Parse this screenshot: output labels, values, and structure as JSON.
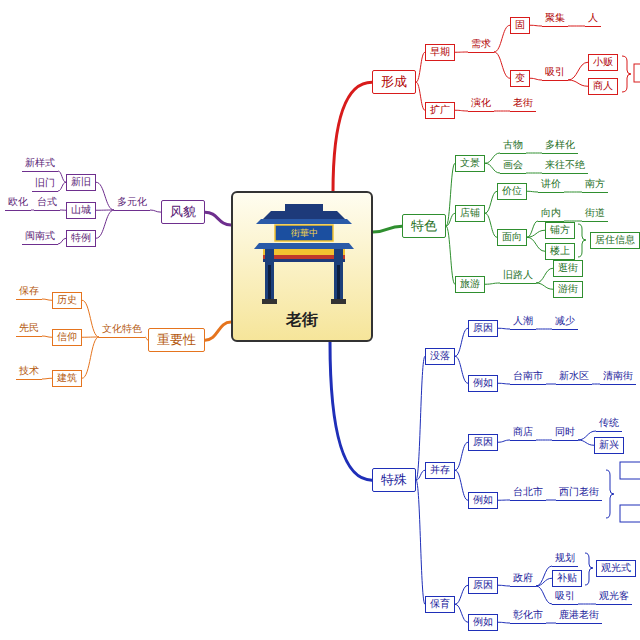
{
  "diagram": {
    "nodes": [
      {
        "text": [
          "老街"
        ]
      },
      {
        "text": [
          "形成"
        ]
      },
      {
        "text": [
          "早期"
        ]
      },
      {
        "text": [
          "扩广"
        ]
      },
      {
        "text": [
          "需求"
        ]
      },
      {
        "text": [
          "固"
        ]
      },
      {
        "text": [
          "变"
        ]
      },
      {
        "text": [
          "聚集"
        ]
      },
      {
        "text": [
          "人"
        ]
      },
      {
        "text": [
          "吸引"
        ]
      },
      {
        "text": [
          "小贩"
        ]
      },
      {
        "text": [
          "商人"
        ]
      },
      {
        "text": [
          "演化"
        ]
      },
      {
        "text": [
          "老街"
        ]
      },
      {
        "text": [
          "特色"
        ]
      },
      {
        "text": [
          "文景"
        ]
      },
      {
        "text": [
          "古物"
        ]
      },
      {
        "text": [
          "多样化"
        ]
      },
      {
        "text": [
          "画会"
        ]
      },
      {
        "text": [
          "来往不绝"
        ]
      },
      {
        "text": [
          "店铺"
        ]
      },
      {
        "text": [
          "价位"
        ]
      },
      {
        "text": [
          "讲价"
        ]
      },
      {
        "text": [
          "南方"
        ]
      },
      {
        "text": [
          "面向"
        ]
      },
      {
        "text": [
          "向内"
        ]
      },
      {
        "text": [
          "街道"
        ]
      },
      {
        "text": [
          "铺方"
        ]
      },
      {
        "text": [
          "楼上"
        ]
      },
      {
        "text": [
          "居住信息"
        ]
      },
      {
        "text": [
          "旅游"
        ]
      },
      {
        "text": [
          "旧路人"
        ]
      },
      {
        "text": [
          "逛街"
        ]
      },
      {
        "text": [
          "游街"
        ]
      },
      {
        "text": [
          "特殊"
        ]
      },
      {
        "text": [
          "没落"
        ]
      },
      {
        "text": [
          "原因"
        ]
      },
      {
        "text": [
          "人潮"
        ]
      },
      {
        "text": [
          "减少"
        ]
      },
      {
        "text": [
          "例如"
        ]
      },
      {
        "text": [
          "台南市"
        ]
      },
      {
        "text": [
          "新水区"
        ]
      },
      {
        "text": [
          "清南街"
        ]
      },
      {
        "text": [
          "并存"
        ]
      },
      {
        "text": [
          "原因"
        ]
      },
      {
        "text": [
          "商店"
        ]
      },
      {
        "text": [
          "同时"
        ]
      },
      {
        "text": [
          "传统"
        ]
      },
      {
        "text": [
          "新兴"
        ]
      },
      {
        "text": [
          "例如"
        ]
      },
      {
        "text": [
          "台北市"
        ]
      },
      {
        "text": [
          "西门老街"
        ]
      },
      {
        "text": [
          "保育"
        ]
      },
      {
        "text": [
          "原因"
        ]
      },
      {
        "text": [
          "政府"
        ]
      },
      {
        "text": [
          "规划"
        ]
      },
      {
        "text": [
          "补贴"
        ]
      },
      {
        "text": [
          "观光式"
        ]
      },
      {
        "text": [
          "吸引"
        ]
      },
      {
        "text": [
          "观光客"
        ]
      },
      {
        "text": [
          "例如"
        ]
      },
      {
        "text": [
          "彰化市"
        ]
      },
      {
        "text": [
          "鹿港老街"
        ]
      },
      {
        "text": [
          "重要性"
        ]
      },
      {
        "text": [
          "文化特色"
        ]
      },
      {
        "text": [
          "历史"
        ]
      },
      {
        "text": [
          "保存"
        ]
      },
      {
        "text": [
          "信仰"
        ]
      },
      {
        "text": [
          "先民"
        ]
      },
      {
        "text": [
          "建筑"
        ]
      },
      {
        "text": [
          "技术"
        ]
      },
      {
        "text": [
          "风貌"
        ]
      },
      {
        "text": [
          "多元化"
        ]
      },
      {
        "text": [
          "新旧"
        ]
      },
      {
        "text": [
          "新样式"
        ]
      },
      {
        "text": [
          "旧门"
        ]
      },
      {
        "text": [
          "山城"
        ]
      },
      {
        "text": [
          "台式"
        ]
      },
      {
        "text": [
          "欧化"
        ]
      },
      {
        "text": [
          "特例"
        ]
      },
      {
        "text": [
          "闽南式"
        ]
      }
    ],
    "edges": [
      {
        "from": 0,
        "to": 1,
        "arrow": "none"
      },
      {
        "from": 0,
        "to": 14,
        "arrow": "none"
      },
      {
        "from": 0,
        "to": 34,
        "arrow": "none"
      },
      {
        "from": 0,
        "to": 63,
        "arrow": "none"
      },
      {
        "from": 0,
        "to": 71,
        "arrow": "none"
      },
      {
        "from": 1,
        "to": 2,
        "arrow": "none"
      },
      {
        "from": 1,
        "to": 3,
        "arrow": "none"
      },
      {
        "from": 2,
        "to": 4,
        "arrow": "none"
      },
      {
        "from": 4,
        "to": 5,
        "arrow": "none"
      },
      {
        "from": 4,
        "to": 6,
        "arrow": "none"
      },
      {
        "from": 5,
        "to": 7,
        "arrow": "none"
      },
      {
        "from": 7,
        "to": 8,
        "arrow": "none"
      },
      {
        "from": 6,
        "to": 9,
        "arrow": "none"
      },
      {
        "from": 9,
        "to": 10,
        "arrow": "none"
      },
      {
        "from": 9,
        "to": 11,
        "arrow": "none"
      },
      {
        "from": 3,
        "to": 12,
        "arrow": "none"
      },
      {
        "from": 12,
        "to": 13,
        "arrow": "none"
      },
      {
        "from": 14,
        "to": 15,
        "arrow": "none"
      },
      {
        "from": 15,
        "to": 16,
        "arrow": "none"
      },
      {
        "from": 16,
        "to": 17,
        "arrow": "none"
      },
      {
        "from": 15,
        "to": 18,
        "arrow": "none"
      },
      {
        "from": 18,
        "to": 19,
        "arrow": "none"
      },
      {
        "from": 14,
        "to": 20,
        "arrow": "none"
      },
      {
        "from": 20,
        "to": 21,
        "arrow": "none"
      },
      {
        "from": 21,
        "to": 22,
        "arrow": "none"
      },
      {
        "from": 22,
        "to": 23,
        "arrow": "none"
      },
      {
        "from": 20,
        "to": 24,
        "arrow": "none"
      },
      {
        "from": 24,
        "to": 25,
        "arrow": "none"
      },
      {
        "from": 25,
        "to": 26,
        "arrow": "none"
      },
      {
        "from": 24,
        "to": 27,
        "arrow": "none"
      },
      {
        "from": 24,
        "to": 28,
        "arrow": "none"
      },
      {
        "from": 14,
        "to": 30,
        "arrow": "none"
      },
      {
        "from": 30,
        "to": 31,
        "arrow": "none"
      },
      {
        "from": 31,
        "to": 32,
        "arrow": "none"
      },
      {
        "from": 31,
        "to": 33,
        "arrow": "none"
      },
      {
        "from": 34,
        "to": 35,
        "arrow": "none"
      },
      {
        "from": 35,
        "to": 36,
        "arrow": "none"
      },
      {
        "from": 36,
        "to": 37,
        "arrow": "none"
      },
      {
        "from": 37,
        "to": 38,
        "arrow": "none"
      },
      {
        "from": 35,
        "to": 39,
        "arrow": "none"
      },
      {
        "from": 39,
        "to": 40,
        "arrow": "none"
      },
      {
        "from": 40,
        "to": 41,
        "arrow": "none"
      },
      {
        "from": 41,
        "to": 42,
        "arrow": "none"
      },
      {
        "from": 34,
        "to": 43,
        "arrow": "none"
      },
      {
        "from": 43,
        "to": 44,
        "arrow": "none"
      },
      {
        "from": 44,
        "to": 45,
        "arrow": "none"
      },
      {
        "from": 45,
        "to": 46,
        "arrow": "none"
      },
      {
        "from": 46,
        "to": 47,
        "arrow": "none"
      },
      {
        "from": 46,
        "to": 48,
        "arrow": "none"
      },
      {
        "from": 43,
        "to": 49,
        "arrow": "none"
      },
      {
        "from": 49,
        "to": 50,
        "arrow": "none"
      },
      {
        "from": 50,
        "to": 51,
        "arrow": "none"
      },
      {
        "from": 34,
        "to": 52,
        "arrow": "none"
      },
      {
        "from": 52,
        "to": 53,
        "arrow": "none"
      },
      {
        "from": 53,
        "to": 54,
        "arrow": "none"
      },
      {
        "from": 54,
        "to": 55,
        "arrow": "none"
      },
      {
        "from": 54,
        "to": 56,
        "arrow": "none"
      },
      {
        "from": 54,
        "to": 58,
        "arrow": "none"
      },
      {
        "from": 58,
        "to": 59,
        "arrow": "none"
      },
      {
        "from": 52,
        "to": 60,
        "arrow": "none"
      },
      {
        "from": 60,
        "to": 61,
        "arrow": "none"
      },
      {
        "from": 61,
        "to": 62,
        "arrow": "none"
      },
      {
        "from": 63,
        "to": 64,
        "arrow": "none"
      },
      {
        "from": 64,
        "to": 65,
        "arrow": "none"
      },
      {
        "from": 65,
        "to": 66,
        "arrow": "none"
      },
      {
        "from": 64,
        "to": 67,
        "arrow": "none"
      },
      {
        "from": 67,
        "to": 68,
        "arrow": "none"
      },
      {
        "from": 64,
        "to": 69,
        "arrow": "none"
      },
      {
        "from": 69,
        "to": 70,
        "arrow": "none"
      },
      {
        "from": 71,
        "to": 72,
        "arrow": "none"
      },
      {
        "from": 72,
        "to": 73,
        "arrow": "none"
      },
      {
        "from": 73,
        "to": 74,
        "arrow": "none"
      },
      {
        "from": 73,
        "to": 75,
        "arrow": "none"
      },
      {
        "from": 72,
        "to": 76,
        "arrow": "none"
      },
      {
        "from": 76,
        "to": 77,
        "arrow": "none"
      },
      {
        "from": 77,
        "to": 78,
        "arrow": "none"
      },
      {
        "from": 72,
        "to": 79,
        "arrow": "none"
      },
      {
        "from": 79,
        "to": 80,
        "arrow": "none"
      }
    ],
    "labels": [
      "街華中"
    ]
  }
}
